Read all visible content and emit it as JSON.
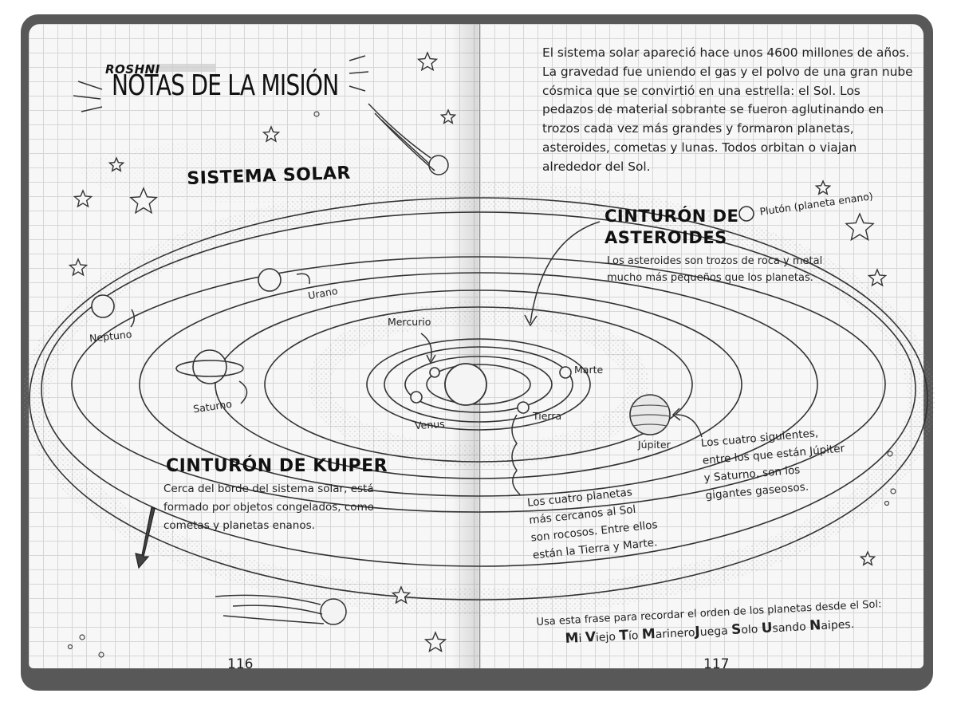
{
  "header": {
    "kicker": "ROSHNI",
    "title": "NOTAS DE LA MISIÓN"
  },
  "intro_text": "El sistema solar apareció hace unos 4600 millones de años. La gravedad fue uniendo el gas y el polvo de una gran nube cósmica que se convirtió en una estrella: el Sol. Los pedazos de material sobrante se fueron aglutinando en trozos cada vez más grandes y formaron planetas, asteroides, cometas y lunas. Todos orbitan o viajan alrededor del Sol.",
  "diagram_title": "SISTEMA SOLAR",
  "asteroid_belt": {
    "title": "CINTURÓN DE ASTEROIDES",
    "text_lines": [
      "Los asteroides son trozos de roca y metal",
      "mucho más pequeños que los planetas."
    ]
  },
  "kuiper_belt": {
    "title": "CINTURÓN DE KUIPER",
    "text_lines": [
      "Cerca del borde del sistema solar, está",
      "formado por objetos congelados, como",
      "cometas y planetas enanos."
    ]
  },
  "planet_labels": {
    "mercurio": "Mercurio",
    "venus": "Venus",
    "tierra": "Tierra",
    "marte": "Marte",
    "jupiter": "Júpiter",
    "saturno": "Saturno",
    "urano": "Urano",
    "neptuno": "Neptuno",
    "pluton": "Plutón (planeta enano)"
  },
  "gas_giants_note": [
    "Los cuatro siguientes,",
    "entre los que están Júpiter",
    "y Saturno, son los",
    "gigantes gaseosos."
  ],
  "rocky_note": [
    "Los cuatro planetas",
    "más cercanos al Sol",
    "son rocosos. Entre ellos",
    "están la Tierra y Marte."
  ],
  "mnemonic": {
    "intro": "Usa esta frase para recordar el orden de los planetas desde el Sol:",
    "words": [
      {
        "cap": "M",
        "rest": "i"
      },
      {
        "cap": "V",
        "rest": "iejo"
      },
      {
        "cap": "T",
        "rest": "ío"
      },
      {
        "cap": "M",
        "rest": "arinero"
      },
      {
        "cap": "J",
        "rest": "uega"
      },
      {
        "cap": "S",
        "rest": "olo"
      },
      {
        "cap": "U",
        "rest": "sando"
      },
      {
        "cap": "N",
        "rest": "aipes."
      }
    ]
  },
  "page_numbers": {
    "left": "116",
    "right": "117"
  },
  "colors": {
    "book_cover": "#585858",
    "page": "#f7f7f7",
    "grid": "#d6d6d6",
    "ink": "#222222"
  },
  "icons": [
    "star-icon",
    "comet-icon",
    "arrow-icon"
  ]
}
